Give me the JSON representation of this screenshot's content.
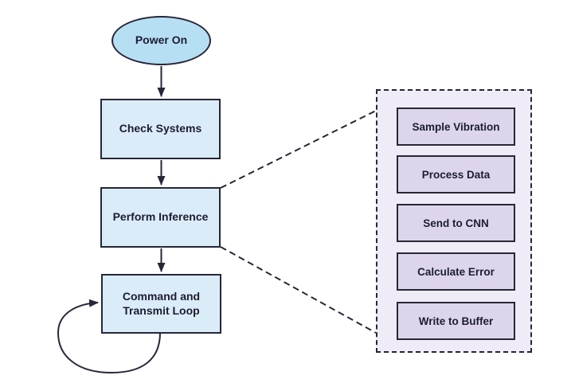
{
  "diagram": {
    "start": {
      "label": "Power On"
    },
    "steps": [
      {
        "label": "Check Systems"
      },
      {
        "label": "Perform Inference"
      },
      {
        "label": "Command and Transmit Loop"
      }
    ],
    "detail_panel": {
      "items": [
        {
          "label": "Sample Vibration"
        },
        {
          "label": "Process Data"
        },
        {
          "label": "Send to CNN"
        },
        {
          "label": "Calculate Error"
        },
        {
          "label": "Write to Buffer"
        }
      ]
    }
  },
  "colors": {
    "stroke": "#272738",
    "text": "#1d1d30",
    "node_fill": "#dbecf9",
    "ellipse_fill": "#b7dff4",
    "panel_fill": "#efebf7",
    "panel_item_fill": "#ddd6ea",
    "background": "#ffffff"
  }
}
